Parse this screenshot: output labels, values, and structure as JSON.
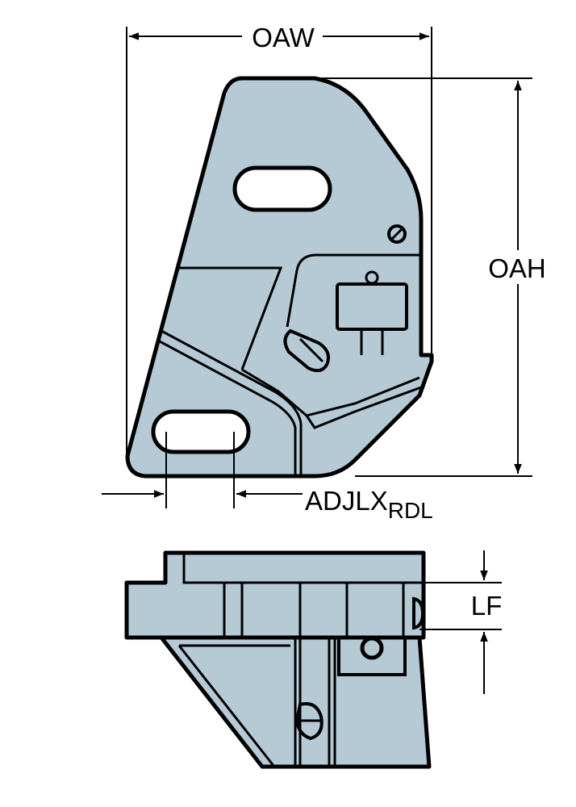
{
  "dimensions": {
    "oaw": "OAW",
    "oah": "OAH",
    "adjlx_main": "ADJLX",
    "adjlx_sub": "RDL",
    "lf": "LF"
  },
  "colors": {
    "part_fill": "#b6cad6",
    "outline": "#000000",
    "background": "#ffffff"
  }
}
